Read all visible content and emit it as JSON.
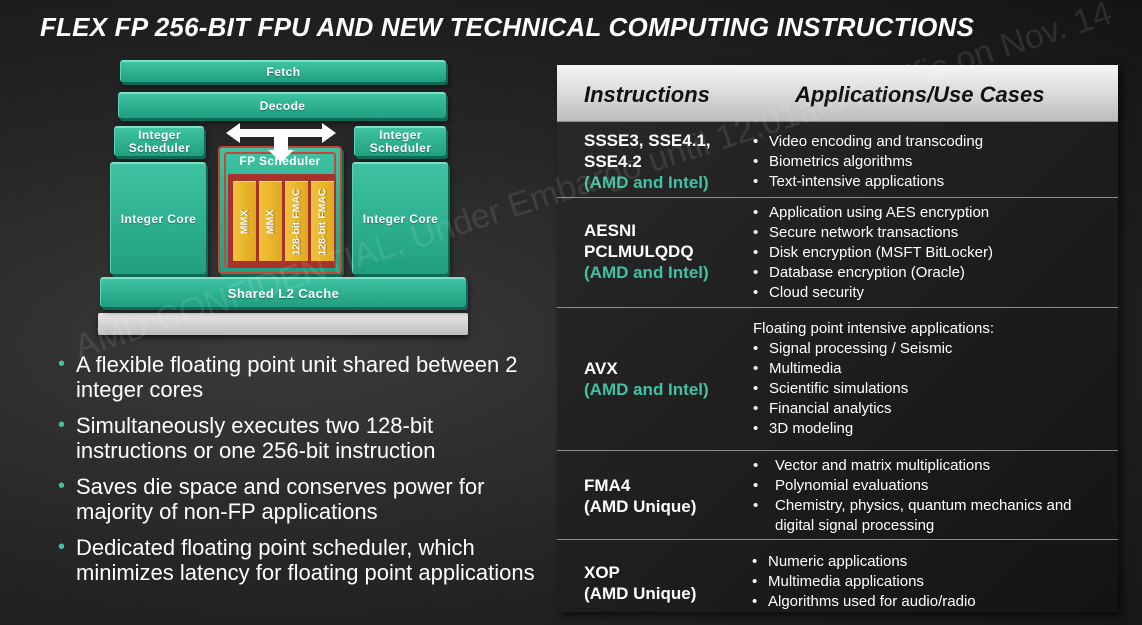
{
  "title": "FLEX FP 256-BIT FPU AND NEW TECHNICAL COMPUTING INSTRUCTIONS",
  "watermark": "AMD CONFIDENTIAL, Under Embargo until 12:01am Pacific on Nov. 14",
  "diagram": {
    "fetch": "Fetch",
    "decode": "Decode",
    "int_scheduler_left": "Integer Scheduler",
    "int_scheduler_right": "Integer Scheduler",
    "fp_scheduler": "FP Scheduler",
    "int_core_left": "Integer Core",
    "int_core_right": "Integer Core",
    "shared_l2": "Shared L2 Cache",
    "fp_units": [
      "MMX",
      "MMX",
      "128-bit FMAC",
      "128-bit FMAC"
    ],
    "colors": {
      "block": "#2bb08f",
      "fp_border": "#c6463a",
      "unit": "#f0bb35"
    }
  },
  "bullets": [
    "A flexible floating point unit shared between 2 integer cores",
    "Simultaneously executes two 128-bit instructions or one 256-bit instruction",
    "Saves die space and conserves power for majority of non-FP applications",
    "Dedicated floating point scheduler, which minimizes latency for floating point applications"
  ],
  "table": {
    "headers": {
      "instructions": "Instructions",
      "applications": "Applications/Use Cases"
    },
    "rows": [
      {
        "instr": [
          "SSSE3, SSE4.1,",
          "SSE4.2"
        ],
        "vendor": "(AMD and Intel)",
        "intro": "",
        "uses": [
          "Video encoding and transcoding",
          "Biometrics algorithms",
          "Text-intensive applications"
        ]
      },
      {
        "instr": [
          "AESNI",
          "PCLMULQDQ"
        ],
        "vendor": "(AMD and Intel)",
        "intro": "",
        "uses": [
          "Application using AES encryption",
          "Secure network transactions",
          "Disk encryption (MSFT BitLocker)",
          "Database encryption (Oracle)",
          "Cloud security"
        ]
      },
      {
        "instr": [
          "AVX"
        ],
        "vendor": "(AMD and Intel)",
        "intro": "Floating point  intensive applications:",
        "uses": [
          "Signal processing / Seismic",
          "Multimedia",
          "Scientific simulations",
          "Financial analytics",
          "3D modeling"
        ]
      },
      {
        "instr": [
          "FMA4",
          "(AMD Unique)"
        ],
        "vendor": "",
        "intro": "",
        "uses": [
          "Vector and matrix multiplications",
          "Polynomial evaluations",
          "Chemistry, physics, quantum mechanics and digital signal processing"
        ]
      },
      {
        "instr": [
          "XOP",
          "(AMD Unique)"
        ],
        "vendor": "",
        "intro": "",
        "uses": [
          "Numeric applications",
          "Multimedia applications",
          "Algorithms used for audio/radio"
        ]
      }
    ]
  }
}
